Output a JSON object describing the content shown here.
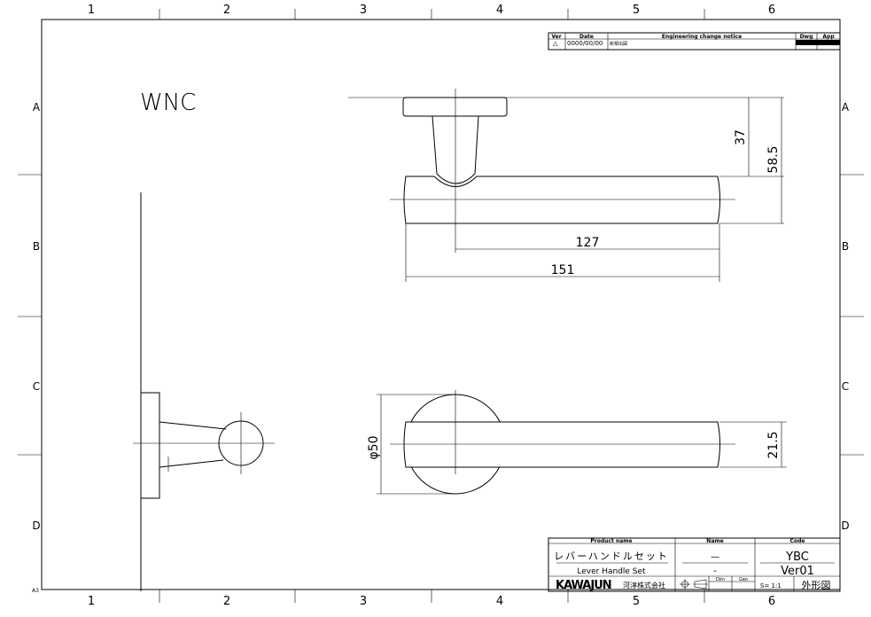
{
  "frame": {
    "columns": [
      "1",
      "2",
      "3",
      "4",
      "5",
      "6"
    ],
    "rows": [
      "A",
      "B",
      "C",
      "D"
    ],
    "sheet_size": "A3"
  },
  "drawing_label": "WNC",
  "dimensions": {
    "height_37": "37",
    "height_58_5": "58.5",
    "length_127": "127",
    "length_151": "151",
    "diameter_50": "φ50",
    "width_21_5": "21.5"
  },
  "revision_block": {
    "headers": {
      "ver": "Ver",
      "date": "Date",
      "notice": "Engineering change notice",
      "dwg": "Dwg",
      "app": "App"
    },
    "row": {
      "ver": "△",
      "date": "0000/00/00",
      "notice": "新規出図"
    }
  },
  "title_block": {
    "product_name_header": "Product name",
    "name_header": "Name",
    "code_header": "Code",
    "product_name_jp": "レバーハンドルセット",
    "product_name_en": "Lever Handle Set",
    "name_1": "—",
    "name_2": "-",
    "code_1": "YBC",
    "code_2": "Ver01",
    "company_logo": "KAWAJUN",
    "company_name": "河淳株式会社",
    "dim_label": "Dim",
    "geo_label": "Geo",
    "scale": "S=  1:1",
    "drawing_type": "外形図"
  }
}
